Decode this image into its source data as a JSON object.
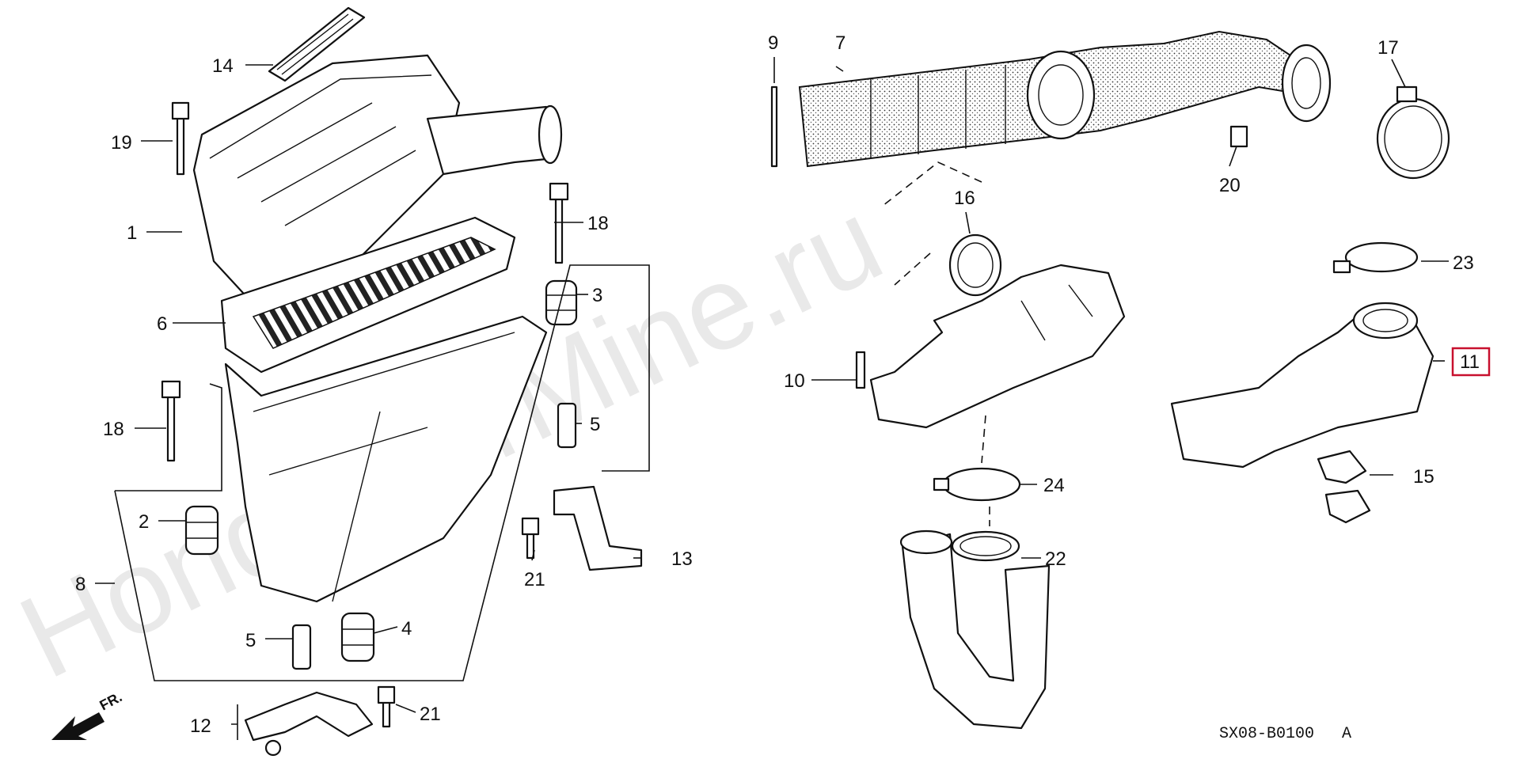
{
  "watermark": "HondaCarMine.ru",
  "diagram_code": "SX08-B0100",
  "diagram_code_suffix": "A",
  "direction_label": "FR.",
  "highlight_color": "#c8102e",
  "callouts": [
    {
      "id": "c1",
      "label": "1"
    },
    {
      "id": "c2",
      "label": "2"
    },
    {
      "id": "c3",
      "label": "3"
    },
    {
      "id": "c4",
      "label": "4"
    },
    {
      "id": "c5a",
      "label": "5"
    },
    {
      "id": "c5b",
      "label": "5"
    },
    {
      "id": "c6",
      "label": "6"
    },
    {
      "id": "c7",
      "label": "7"
    },
    {
      "id": "c8",
      "label": "8"
    },
    {
      "id": "c9",
      "label": "9"
    },
    {
      "id": "c10",
      "label": "10"
    },
    {
      "id": "c11",
      "label": "11",
      "highlighted": true
    },
    {
      "id": "c12",
      "label": "12"
    },
    {
      "id": "c13",
      "label": "13"
    },
    {
      "id": "c14",
      "label": "14"
    },
    {
      "id": "c15",
      "label": "15"
    },
    {
      "id": "c16",
      "label": "16"
    },
    {
      "id": "c17",
      "label": "17"
    },
    {
      "id": "c18a",
      "label": "18"
    },
    {
      "id": "c18b",
      "label": "18"
    },
    {
      "id": "c19",
      "label": "19"
    },
    {
      "id": "c20",
      "label": "20"
    },
    {
      "id": "c21a",
      "label": "21"
    },
    {
      "id": "c21b",
      "label": "21"
    },
    {
      "id": "c22",
      "label": "22"
    },
    {
      "id": "c23",
      "label": "23"
    },
    {
      "id": "c24",
      "label": "24"
    }
  ]
}
